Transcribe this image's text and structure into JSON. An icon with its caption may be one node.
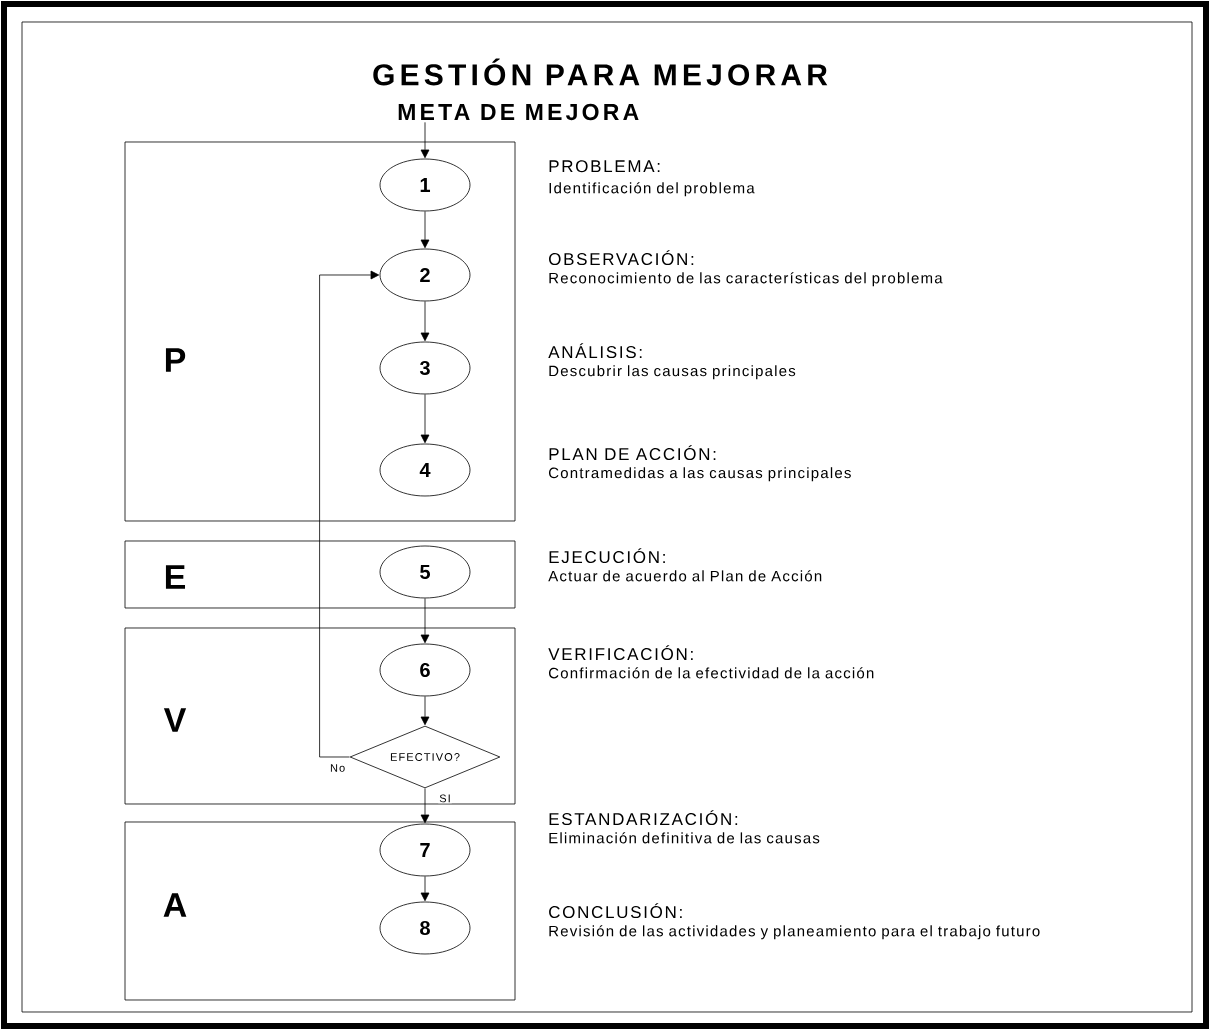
{
  "diagram": {
    "title": "GESTIÓN PARA MEJORAR",
    "nodes": [
      {
        "text": [
          "META DE MEJORA"
        ]
      },
      {
        "text": [
          "P"
        ]
      },
      {
        "text": [
          "1"
        ],
        "in": 1,
        "beside": [
          "PROBLEMA:",
          "Identificación del problema"
        ]
      },
      {
        "text": [
          "2"
        ],
        "in": 1,
        "beside": [
          "OBSERVACIÓN:",
          "Reconocimiento de las características del problema"
        ]
      },
      {
        "text": [
          "3"
        ],
        "in": 1,
        "beside": [
          "ANÁLISIS:",
          "Descubrir las causas principales"
        ]
      },
      {
        "text": [
          "4"
        ],
        "in": 1,
        "beside": [
          "PLAN DE ACCIÓN:",
          "Contramedidas a las causas principales"
        ]
      },
      {
        "text": [
          "E"
        ]
      },
      {
        "text": [
          "5"
        ],
        "in": 6,
        "beside": [
          "EJECUCIÓN:",
          "Actuar de acuerdo al Plan de Acción"
        ]
      },
      {
        "text": [
          "V"
        ]
      },
      {
        "text": [
          "6"
        ],
        "in": 8,
        "beside": [
          "VERIFICACIÓN:",
          "Confirmación de la efectividad de la acción"
        ]
      },
      {
        "text": [
          "EFECTIVO?"
        ],
        "in": 8
      },
      {
        "text": [
          "A"
        ]
      },
      {
        "text": [
          "7"
        ],
        "in": 11,
        "beside": [
          "ESTANDARIZACIÓN:",
          "Eliminación definitiva de las causas"
        ]
      },
      {
        "text": [
          "8"
        ],
        "in": 11,
        "beside": [
          "CONCLUSIÓN:",
          "Revisión de las actividades y planeamiento para el trabajo futuro"
        ]
      }
    ],
    "edges": [
      {
        "from": 0,
        "to": 2,
        "arrow": "to"
      },
      {
        "from": 2,
        "to": 3,
        "arrow": "to"
      },
      {
        "from": 4,
        "to": 5,
        "arrow": "to"
      },
      {
        "from": 3,
        "to": 4,
        "arrow": "to"
      },
      {
        "from": 7,
        "to": 9,
        "arrow": "to"
      },
      {
        "from": 9,
        "to": 10,
        "arrow": "to"
      },
      {
        "from": 10,
        "to": 3,
        "arrow": "to",
        "label": "No"
      },
      {
        "from": 10,
        "to": 12,
        "arrow": "to",
        "label": "SI"
      },
      {
        "from": 12,
        "to": 13,
        "arrow": "to"
      }
    ]
  }
}
